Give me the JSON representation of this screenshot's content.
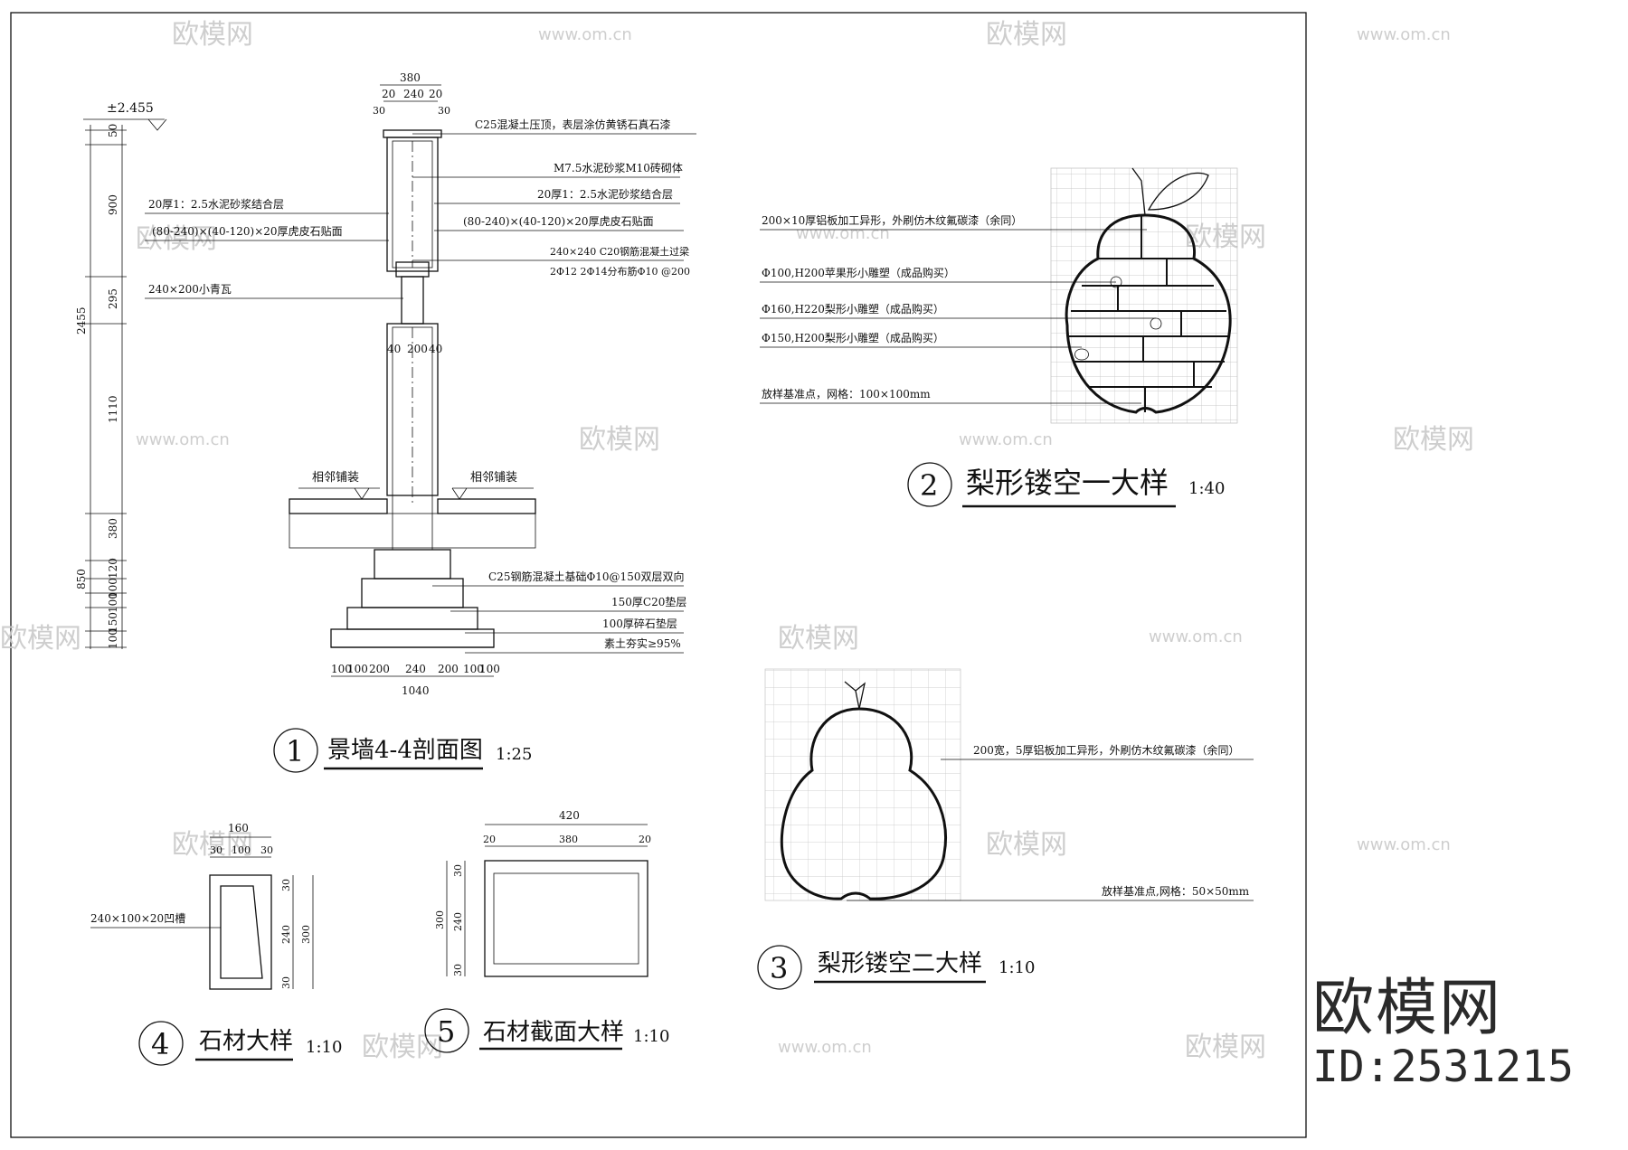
{
  "watermark": {
    "text": "欧模网",
    "url": "www.om.cn"
  },
  "brand": {
    "name": "欧模网",
    "id": "ID:2531215"
  },
  "view1": {
    "number": "1",
    "title": "景墙4-4剖面图",
    "scale": "1:25",
    "elevation": "±2.455",
    "top_dims": [
      "380",
      "20",
      "240",
      "20",
      "30",
      "30"
    ],
    "left_dims": [
      "50",
      "900",
      "295",
      "1110",
      "2455",
      "380",
      "850",
      "120",
      "100",
      "100",
      "150",
      "100"
    ],
    "bottom_dims": [
      "100",
      "100",
      "200",
      "240",
      "200",
      "100",
      "100",
      "1040"
    ],
    "mid_dims": [
      "40",
      "200",
      "40"
    ],
    "paving_left": "相邻铺装",
    "paving_right": "相邻铺装",
    "notes": [
      "C25混凝土压顶，表层涂仿黄锈石真石漆",
      "M7.5水泥砂浆M10砖砌体",
      "20厚1：2.5水泥砂浆结合层",
      "(80-240)×(40-120)×20厚虎皮石贴面",
      "240×240 C20钢筋混凝土过梁",
      "2Φ12 2Φ14分布筋Φ10 @200",
      "C25钢筋混凝土基础Φ10@150双层双向",
      "150厚C20垫层",
      "100厚碎石垫层",
      "素土夯实≥95%"
    ],
    "left_notes": [
      "20厚1：2.5水泥砂浆结合层",
      "(80-240)×(40-120)×20厚虎皮石贴面",
      "240×200小青瓦"
    ]
  },
  "view2": {
    "number": "2",
    "title": "梨形镂空一大样",
    "scale": "1:40",
    "notes": [
      "200×10厚铝板加工异形，外刷仿木纹氟碳漆（余同）",
      "Φ100,H200苹果形小雕塑（成品购买）",
      "Φ160,H220梨形小雕塑（成品购买）",
      "Φ150,H200梨形小雕塑（成品购买）",
      "放样基准点，网格：100×100mm"
    ]
  },
  "view3": {
    "number": "3",
    "title": "梨形镂空二大样",
    "scale": "1:10",
    "notes": [
      "200宽，5厚铝板加工异形，外刷仿木纹氟碳漆（余同）",
      "放样基准点,网格：50×50mm"
    ]
  },
  "view4": {
    "number": "4",
    "title": "石材大样",
    "scale": "1:10",
    "dims": [
      "160",
      "30",
      "100",
      "30",
      "30",
      "240",
      "300",
      "30"
    ],
    "note": "240×100×20凹槽"
  },
  "view5": {
    "number": "5",
    "title": "石材截面大样",
    "scale": "1:10",
    "dims": [
      "420",
      "20",
      "380",
      "20",
      "30",
      "240",
      "300",
      "30"
    ]
  }
}
